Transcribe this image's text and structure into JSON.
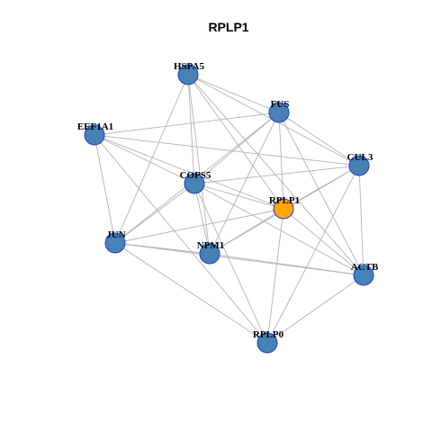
{
  "graph": {
    "title": "RPLP1",
    "colors": {
      "default_node": "#4682b4",
      "highlight_node": "#ffa500",
      "node_border": "#1f3fd6",
      "edge": "#b3b3b3"
    },
    "nodes": [
      {
        "id": "HSPA5",
        "label": "HSPA5",
        "highlight": false
      },
      {
        "id": "FUS",
        "label": "FUS",
        "highlight": false
      },
      {
        "id": "EEF1A1",
        "label": "EEF1A1",
        "highlight": false
      },
      {
        "id": "CUL3",
        "label": "CUL3",
        "highlight": false
      },
      {
        "id": "COPS5",
        "label": "COPS5",
        "highlight": false
      },
      {
        "id": "RPLP1",
        "label": "RPLP1",
        "highlight": true
      },
      {
        "id": "JUN",
        "label": "JUN",
        "highlight": false
      },
      {
        "id": "NPM1",
        "label": "NPM1",
        "highlight": false
      },
      {
        "id": "ACTB",
        "label": "ACTB",
        "highlight": false
      },
      {
        "id": "RPLP0",
        "label": "RPLP0",
        "highlight": false
      }
    ],
    "edges": [
      [
        "HSPA5",
        "FUS"
      ],
      [
        "HSPA5",
        "CUL3"
      ],
      [
        "HSPA5",
        "COPS5"
      ],
      [
        "HSPA5",
        "RPLP1"
      ],
      [
        "HSPA5",
        "JUN"
      ],
      [
        "HSPA5",
        "NPM1"
      ],
      [
        "HSPA5",
        "ACTB"
      ],
      [
        "FUS",
        "EEF1A1"
      ],
      [
        "FUS",
        "CUL3"
      ],
      [
        "FUS",
        "COPS5"
      ],
      [
        "FUS",
        "RPLP1"
      ],
      [
        "FUS",
        "JUN"
      ],
      [
        "FUS",
        "NPM1"
      ],
      [
        "FUS",
        "ACTB"
      ],
      [
        "EEF1A1",
        "CUL3"
      ],
      [
        "EEF1A1",
        "COPS5"
      ],
      [
        "EEF1A1",
        "RPLP1"
      ],
      [
        "EEF1A1",
        "JUN"
      ],
      [
        "EEF1A1",
        "RPLP0"
      ],
      [
        "CUL3",
        "COPS5"
      ],
      [
        "CUL3",
        "RPLP1"
      ],
      [
        "CUL3",
        "NPM1"
      ],
      [
        "CUL3",
        "ACTB"
      ],
      [
        "CUL3",
        "RPLP0"
      ],
      [
        "COPS5",
        "RPLP1"
      ],
      [
        "COPS5",
        "JUN"
      ],
      [
        "COPS5",
        "NPM1"
      ],
      [
        "COPS5",
        "ACTB"
      ],
      [
        "COPS5",
        "RPLP0"
      ],
      [
        "RPLP1",
        "JUN"
      ],
      [
        "RPLP1",
        "NPM1"
      ],
      [
        "RPLP1",
        "ACTB"
      ],
      [
        "RPLP1",
        "RPLP0"
      ],
      [
        "JUN",
        "NPM1"
      ],
      [
        "JUN",
        "ACTB"
      ],
      [
        "JUN",
        "RPLP0"
      ],
      [
        "NPM1",
        "ACTB"
      ],
      [
        "ACTB",
        "RPLP0"
      ]
    ]
  }
}
